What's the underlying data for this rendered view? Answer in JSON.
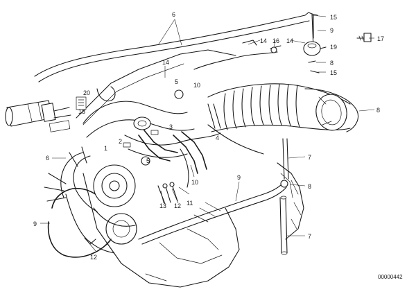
{
  "callouts": [
    {
      "label": "6"
    },
    {
      "label": "15"
    },
    {
      "label": "9"
    },
    {
      "label": "17"
    },
    {
      "label": "14"
    },
    {
      "label": "16"
    },
    {
      "label": "14"
    },
    {
      "label": "19"
    },
    {
      "label": "8"
    },
    {
      "label": "15"
    },
    {
      "label": "14"
    },
    {
      "label": "20"
    },
    {
      "label": "18"
    },
    {
      "label": "5"
    },
    {
      "label": "10"
    },
    {
      "label": "4"
    },
    {
      "label": "3"
    },
    {
      "label": "1"
    },
    {
      "label": "2"
    },
    {
      "label": "5"
    },
    {
      "label": "6"
    },
    {
      "label": "8"
    },
    {
      "label": "7"
    },
    {
      "label": "8"
    },
    {
      "label": "10"
    },
    {
      "label": "9"
    },
    {
      "label": "13"
    },
    {
      "label": "12"
    },
    {
      "label": "11"
    },
    {
      "label": "9"
    },
    {
      "label": "7"
    },
    {
      "label": "12"
    }
  ],
  "document_number": "00000442",
  "colors": {
    "ink": "#1a1a1a",
    "paper": "#ffffff"
  }
}
